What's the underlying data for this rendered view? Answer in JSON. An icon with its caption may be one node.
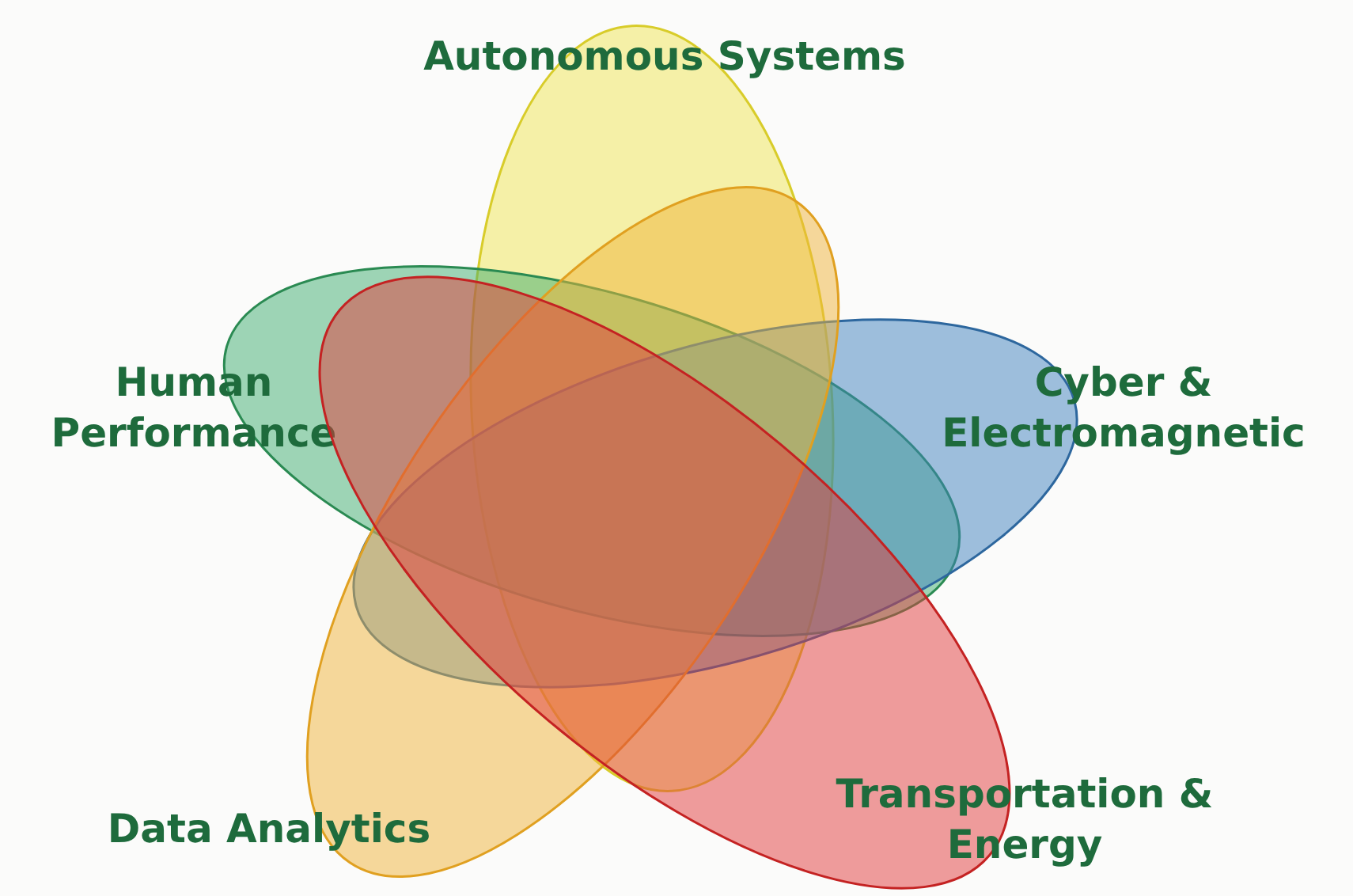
{
  "diagram": {
    "nodes": [
      {
        "text": [
          "Autonomous Systems"
        ]
      },
      {
        "text": [
          "Human Performance"
        ]
      },
      {
        "text": [
          "Cyber & Electromagnetic"
        ]
      },
      {
        "text": [
          "Data Analytics"
        ]
      },
      {
        "text": [
          "Transportation & Energy"
        ]
      }
    ]
  }
}
